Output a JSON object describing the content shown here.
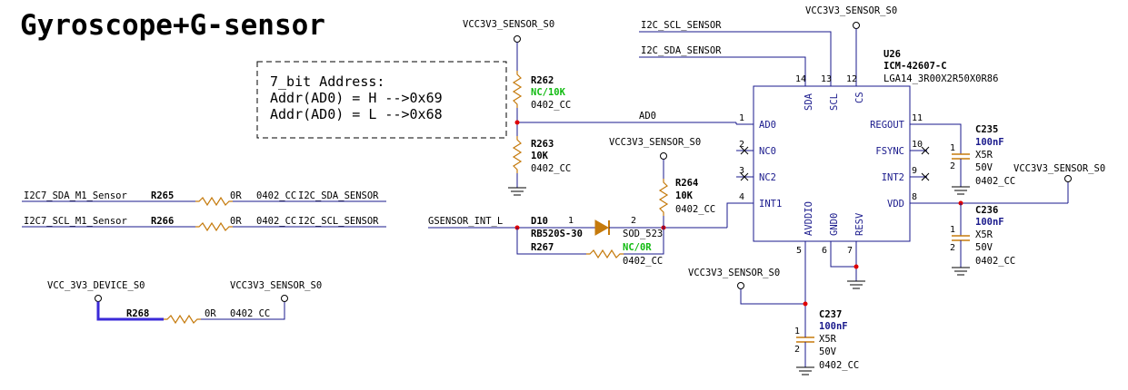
{
  "title": "Gyroscope+G-sensor",
  "note": {
    "lines": [
      "7_bit Address:",
      "Addr(AD0) = H -->0x69",
      "Addr(AD0) = L -->0x68"
    ]
  },
  "power": {
    "vcc_sensor": "VCC3V3_SENSOR_S0",
    "vcc_device": "VCC_3V3_DEVICE_S0"
  },
  "nets": {
    "i2c_scl": "I2C_SCL_SENSOR",
    "i2c_sda": "I2C_SDA_SENSOR",
    "ad0": "AD0",
    "i2c7_sda": "I2C7_SDA_M1_Sensor",
    "i2c7_scl": "I2C7_SCL_M1_Sensor",
    "gsensor_int": "GSENSOR_INT_L"
  },
  "ic": {
    "ref": "U26",
    "part": "ICM-42607-C",
    "package": "LGA14_3R00X2R50X0R86",
    "pins": {
      "sda": "SDA",
      "scl": "SCL",
      "cs": "CS",
      "ad0": "AD0",
      "nc0": "NC0",
      "nc2": "NC2",
      "int1": "INT1",
      "regout": "REGOUT",
      "fsync": "FSYNC",
      "int2": "INT2",
      "vdd": "VDD",
      "avddio": "AVDDIO",
      "gnd0": "GND0",
      "resv": "RESV"
    },
    "pin_numbers": {
      "sda": "14",
      "scl": "13",
      "cs": "12",
      "ad0": "1",
      "nc0": "2",
      "nc2": "3",
      "int1": "4",
      "regout": "11",
      "fsync": "10",
      "int2": "9",
      "vdd": "8",
      "avddio": "5",
      "gnd0": "6",
      "resv": "7"
    }
  },
  "resistors": {
    "r262": {
      "ref": "R262",
      "value": "NC/10K",
      "package": "0402_CC"
    },
    "r263": {
      "ref": "R263",
      "value": "10K",
      "package": "0402_CC"
    },
    "r264": {
      "ref": "R264",
      "value": "10K",
      "package": "0402_CC"
    },
    "r265": {
      "ref": "R265",
      "value": "0R",
      "package": "0402_CC"
    },
    "r266": {
      "ref": "R266",
      "value": "0R",
      "package": "0402_CC"
    },
    "r267": {
      "ref": "R267",
      "value": "NC/0R",
      "package": "0402_CC"
    },
    "r268": {
      "ref": "R268",
      "value": "0R",
      "package": "0402 CC"
    }
  },
  "diode": {
    "ref": "D10",
    "part": "RB520S-30",
    "package": "SOD_523",
    "pin1": "1",
    "pin2": "2"
  },
  "capacitors": {
    "c235": {
      "ref": "C235",
      "value": "100nF",
      "dielectric": "X5R",
      "voltage": "50V",
      "package": "0402_CC"
    },
    "c236": {
      "ref": "C236",
      "value": "100nF",
      "dielectric": "X5R",
      "voltage": "50V",
      "package": "0402_CC"
    },
    "c237": {
      "ref": "C237",
      "value": "100nF",
      "dielectric": "X5R",
      "voltage": "50V",
      "package": "0402_CC"
    }
  },
  "cap_pins": {
    "p1": "1",
    "p2": "2"
  },
  "colors": {
    "wire": "#1a1a8c",
    "component": "#c57a0c",
    "junction": "#e00000",
    "nc_value": "#11bb11",
    "cap_value": "#1a1a8c",
    "highlight_wire": "#3a2ad8"
  }
}
